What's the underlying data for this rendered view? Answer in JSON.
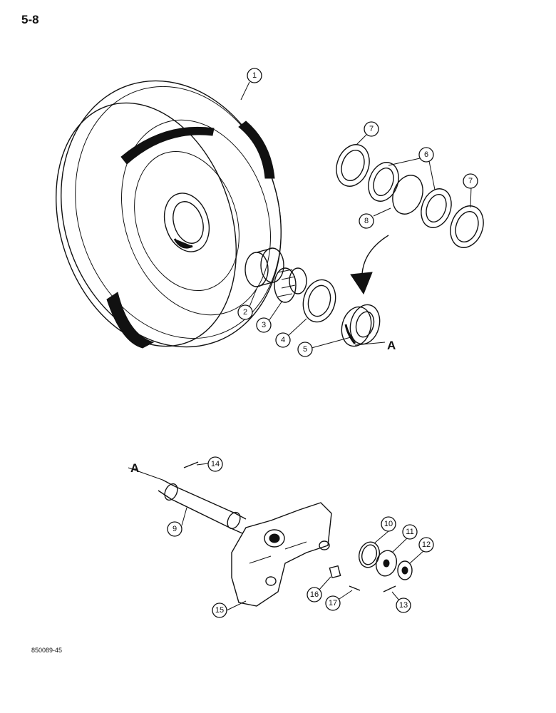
{
  "page": {
    "number": "5-8",
    "figure_id": "850089-45"
  },
  "labels": {
    "assembly_ref_top": "A",
    "assembly_ref_bottom": "A"
  },
  "callouts": [
    "1",
    "2",
    "3",
    "4",
    "5",
    "6",
    "7",
    "7",
    "8",
    "9",
    "10",
    "11",
    "12",
    "13",
    "14",
    "15",
    "16",
    "17"
  ]
}
